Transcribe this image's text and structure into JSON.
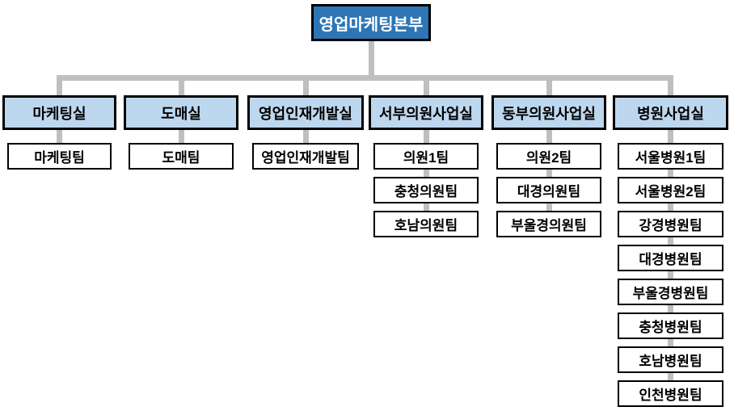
{
  "org": {
    "root": "영업마케팅본부",
    "divisions": [
      {
        "label": "마케팅실",
        "teams": [
          "마케팅팀"
        ]
      },
      {
        "label": "도매실",
        "teams": [
          "도매팀"
        ]
      },
      {
        "label": "영업인재개발실",
        "teams": [
          "영업인재개발팀"
        ]
      },
      {
        "label": "서부의원사업실",
        "teams": [
          "의원1팀",
          "충청의원팀",
          "호남의원팀"
        ]
      },
      {
        "label": "동부의원사업실",
        "teams": [
          "의원2팀",
          "대경의원팀",
          "부울경의원팀"
        ]
      },
      {
        "label": "병원사업실",
        "teams": [
          "서울병원1팀",
          "서울병원2팀",
          "강경병원팀",
          "대경병원팀",
          "부울경병원팀",
          "충청병원팀",
          "호남병원팀",
          "인천병원팀"
        ]
      }
    ],
    "colors": {
      "background": "#FFFFFF",
      "root_fill": "#2E75B6",
      "root_text": "#FFFFFF",
      "division_fill": "#BDD7EE",
      "team_fill": "#FFFFFF",
      "border": "#000000",
      "text": "#000000",
      "connector": "#BFBFBF"
    }
  }
}
